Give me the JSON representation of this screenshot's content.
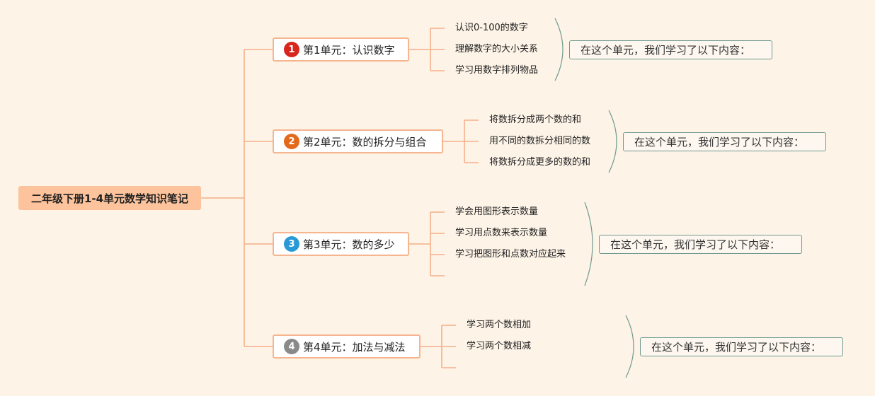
{
  "root": {
    "title": "二年级下册1-4单元数学知识笔记"
  },
  "units": [
    {
      "number": "1",
      "badge_color": "#d7261d",
      "title": "第1单元：认识数字",
      "items": [
        "认识0-100的数字",
        "理解数字的大小关系",
        "学习用数字排列物品"
      ],
      "summary": "在这个单元，我们学习了以下内容："
    },
    {
      "number": "2",
      "badge_color": "#e36a1a",
      "title": "第2单元：数的拆分与组合",
      "items": [
        "将数拆分成两个数的和",
        "用不同的数拆分相同的数",
        "将数拆分成更多的数的和"
      ],
      "summary": "在这个单元，我们学习了以下内容："
    },
    {
      "number": "3",
      "badge_color": "#2a9ad6",
      "title": "第3单元：数的多少",
      "items": [
        "学会用图形表示数量",
        "学习用点数来表示数量",
        "学习把图形和点数对应起来"
      ],
      "summary": "在这个单元，我们学习了以下内容："
    },
    {
      "number": "4",
      "badge_color": "#8a8a8a",
      "title": "第4单元：加法与减法",
      "items": [
        "学习两个数相加",
        "学习两个数相减"
      ],
      "summary": "在这个单元，我们学习了以下内容："
    }
  ],
  "colors": {
    "connector": "#f5b08a",
    "bracket": "#6f9a8f"
  }
}
